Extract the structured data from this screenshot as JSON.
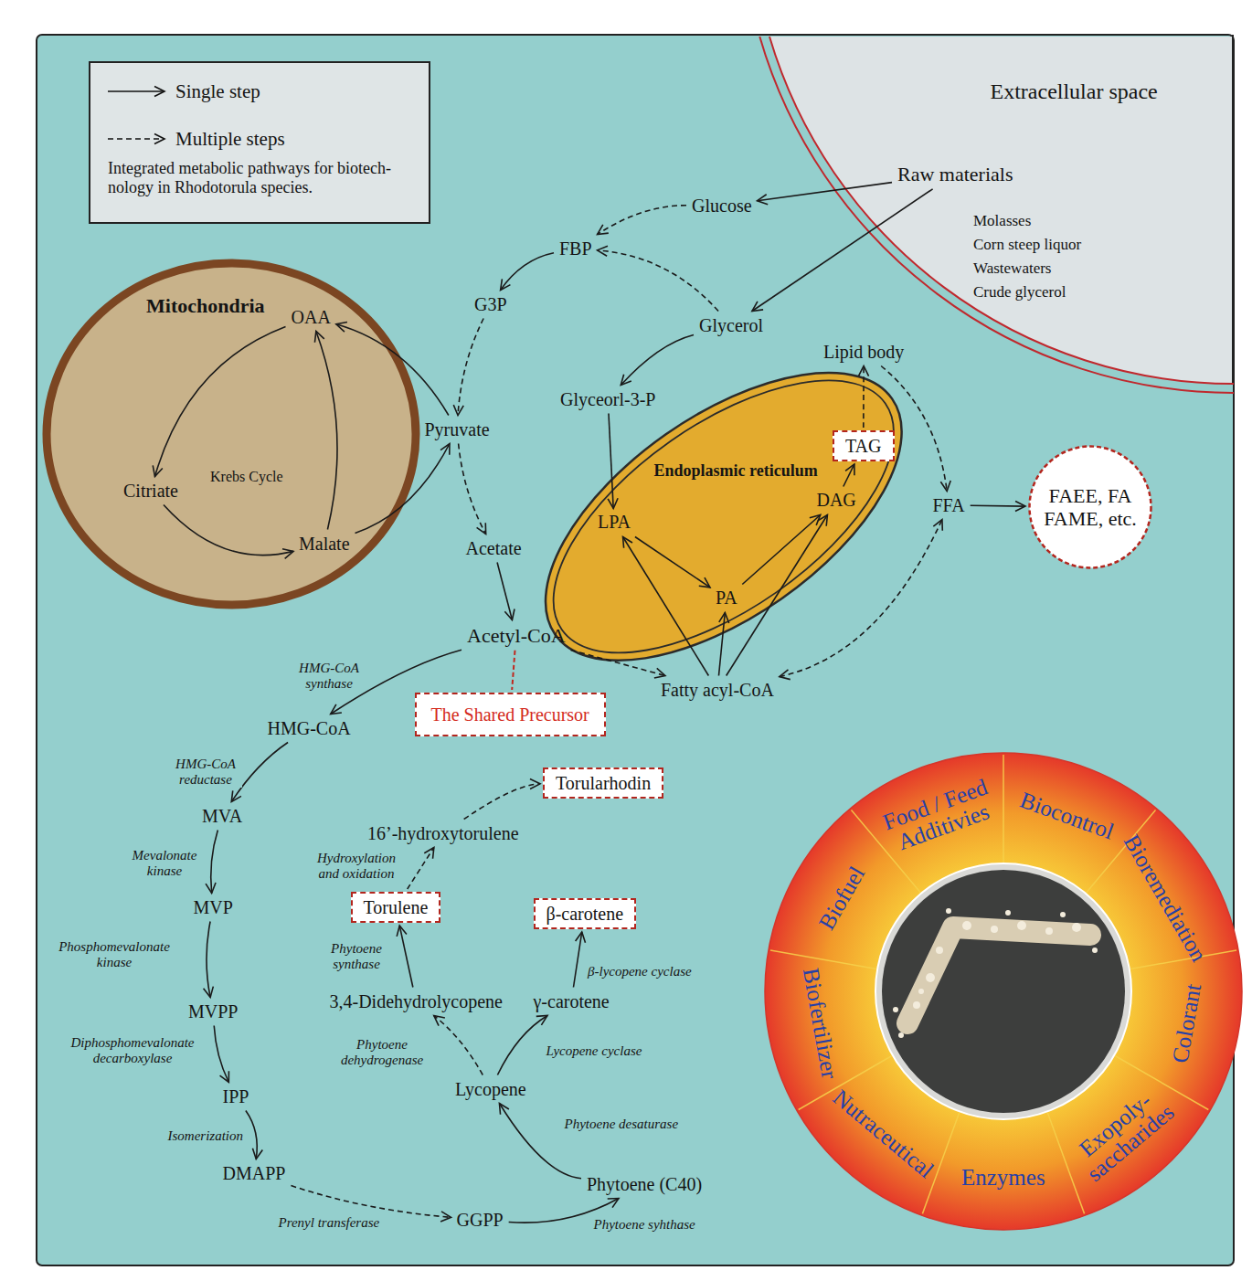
{
  "diagram": {
    "nodes": [
      {
        "text": [
          "Extracellular space"
        ]
      },
      {
        "text": [
          "Raw materials"
        ],
        "in": 0
      },
      {
        "text": [
          "Glucose"
        ]
      },
      {
        "text": [
          "FBP"
        ]
      },
      {
        "text": [
          "G3P"
        ]
      },
      {
        "text": [
          "Glycerol"
        ]
      },
      {
        "text": [
          "Glyceorl-3-P"
        ]
      },
      {
        "text": [
          "Mitochondria"
        ]
      },
      {
        "text": [
          "OAA"
        ],
        "in": 7
      },
      {
        "text": [
          "Citriate"
        ],
        "in": 7
      },
      {
        "text": [
          "Malate"
        ],
        "in": 7
      },
      {
        "text": [
          "Pyruvate"
        ]
      },
      {
        "text": [
          "Acetate"
        ]
      },
      {
        "text": [
          "Acetyl-CoA"
        ]
      },
      {
        "text": [
          "The Shared Precursor"
        ]
      },
      {
        "text": [
          "Endoplasmic reticulum"
        ]
      },
      {
        "text": [
          "LPA"
        ],
        "in": 15
      },
      {
        "text": [
          "PA"
        ],
        "in": 15
      },
      {
        "text": [
          "DAG"
        ],
        "in": 15
      },
      {
        "text": [
          "TAG"
        ],
        "in": 15
      },
      {
        "text": [
          "Lipid body"
        ]
      },
      {
        "text": [
          "FFA"
        ]
      },
      {
        "text": [
          "FAEE, FA FAME, etc."
        ]
      },
      {
        "text": [
          "Fatty acyl-CoA"
        ]
      },
      {
        "text": [
          "HMG-CoA"
        ]
      },
      {
        "text": [
          "MVA"
        ]
      },
      {
        "text": [
          "MVP"
        ]
      },
      {
        "text": [
          "MVPP"
        ]
      },
      {
        "text": [
          "IPP"
        ]
      },
      {
        "text": [
          "DMAPP"
        ]
      },
      {
        "text": [
          "GGPP"
        ]
      },
      {
        "text": [
          "Phytoene (C40)"
        ]
      },
      {
        "text": [
          "Lycopene"
        ]
      },
      {
        "text": [
          "γ-carotene"
        ]
      },
      {
        "text": [
          "β-carotene"
        ]
      },
      {
        "text": [
          "3,4-Didehydrolycopene"
        ]
      },
      {
        "text": [
          "Torulene"
        ]
      },
      {
        "text": [
          "16’-hydroxytorulene"
        ]
      },
      {
        "text": [
          "Torularhodin"
        ]
      },
      {
        "text": [
          "Food / Feed Additivies",
          "Biocontrol",
          "Bioremediation",
          "Colorant",
          "Exopoly- saccharides",
          "Enzymes",
          "Nutraceutical",
          "Biofertilizer",
          "Biofuel"
        ]
      }
    ],
    "edges": [
      {
        "from": 1,
        "to": 2,
        "arrow": "to"
      },
      {
        "from": 1,
        "to": 5,
        "arrow": "to"
      },
      {
        "from": 2,
        "to": 3,
        "arrow": "to"
      },
      {
        "from": 3,
        "to": 4,
        "arrow": "to"
      },
      {
        "from": 5,
        "to": 3,
        "arrow": "to"
      },
      {
        "from": 4,
        "to": 11,
        "arrow": "to"
      },
      {
        "from": 5,
        "to": 6,
        "arrow": "to"
      },
      {
        "from": 11,
        "to": 8,
        "arrow": "to"
      },
      {
        "from": 8,
        "to": 9,
        "arrow": "to"
      },
      {
        "from": 9,
        "to": 10,
        "arrow": "to"
      },
      {
        "from": 10,
        "to": 8,
        "arrow": "to"
      },
      {
        "from": 10,
        "to": 11,
        "arrow": "to"
      },
      {
        "from": 11,
        "to": 12,
        "arrow": "to"
      },
      {
        "from": 12,
        "to": 13,
        "arrow": "to"
      },
      {
        "from": 13,
        "to": 23,
        "arrow": "to"
      },
      {
        "from": 13,
        "to": 14,
        "arrow": "none"
      },
      {
        "from": 6,
        "to": 16,
        "arrow": "to"
      },
      {
        "from": 16,
        "to": 17,
        "arrow": "to"
      },
      {
        "from": 17,
        "to": 18,
        "arrow": "to"
      },
      {
        "from": 18,
        "to": 19,
        "arrow": "to"
      },
      {
        "from": 19,
        "to": 20,
        "arrow": "to"
      },
      {
        "from": 20,
        "to": 21,
        "arrow": "to"
      },
      {
        "from": 21,
        "to": 22,
        "arrow": "to"
      },
      {
        "from": 23,
        "to": 16,
        "arrow": "to"
      },
      {
        "from": 23,
        "to": 17,
        "arrow": "to"
      },
      {
        "from": 23,
        "to": 18,
        "arrow": "to"
      },
      {
        "from": 23,
        "to": 21,
        "arrow": "both"
      },
      {
        "from": 13,
        "to": 24,
        "arrow": "to",
        "label": "HMG-CoA synthase"
      },
      {
        "from": 24,
        "to": 25,
        "arrow": "to",
        "label": "HMG-CoA reductase"
      },
      {
        "from": 25,
        "to": 26,
        "arrow": "to",
        "label": "Mevalonate kinase"
      },
      {
        "from": 26,
        "to": 27,
        "arrow": "to",
        "label": "Phosphomevalonate kinase"
      },
      {
        "from": 27,
        "to": 28,
        "arrow": "to",
        "label": "Diphosphomevalonate decarboxylase"
      },
      {
        "from": 28,
        "to": 29,
        "arrow": "to",
        "label": "Isomerization"
      },
      {
        "from": 29,
        "to": 30,
        "arrow": "to",
        "label": "Prenyl transferase"
      },
      {
        "from": 30,
        "to": 31,
        "arrow": "to",
        "label": "Phytoene syhthase"
      },
      {
        "from": 31,
        "to": 32,
        "arrow": "to",
        "label": "Phytoene desaturase"
      },
      {
        "from": 32,
        "to": 33,
        "arrow": "to",
        "label": "Lycopene cyclase"
      },
      {
        "from": 33,
        "to": 34,
        "arrow": "to",
        "label": "β-lycopene cyclase"
      },
      {
        "from": 32,
        "to": 35,
        "arrow": "to",
        "label": "Phytoene dehydrogenase"
      },
      {
        "from": 35,
        "to": 36,
        "arrow": "to",
        "label": "Phytoene synthase"
      },
      {
        "from": 36,
        "to": 37,
        "arrow": "to",
        "label": "Hydroxylation and oxidation"
      },
      {
        "from": 37,
        "to": 38,
        "arrow": "to"
      }
    ],
    "labels": [
      "Integrated metabolic pathways for biotech- nology in Rhodotorula species.",
      "Krebs Cycle",
      "Molasses",
      "Corn steep liquor",
      "Wastewaters",
      "Crude glycerol"
    ],
    "legend": [
      {
        "text": "Single step"
      },
      {
        "text": "Multiple steps"
      }
    ]
  }
}
